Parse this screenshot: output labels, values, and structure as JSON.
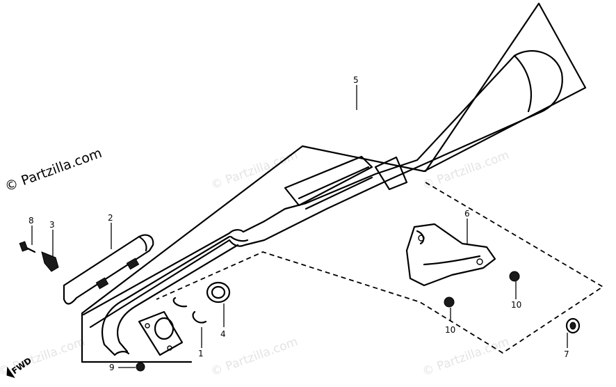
{
  "copyright": "© Partzilla.com",
  "watermark": "© Partzilla.com",
  "fwd_label": "FWD",
  "callouts": {
    "muffler": "5",
    "heat_shield": "2",
    "bolt": "8",
    "clamp": "3",
    "stay": "6",
    "nut_right": "10",
    "nut_left": "10",
    "collar": "7",
    "flange_nut": "9",
    "gasket": "4",
    "joint_pin": "1"
  }
}
